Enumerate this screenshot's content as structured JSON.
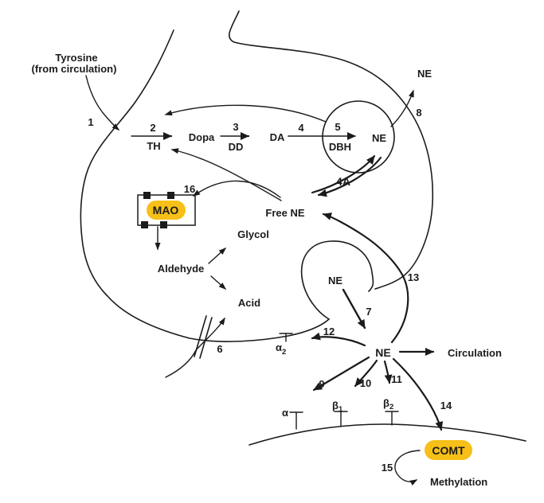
{
  "colors": {
    "ink": "#1b1b1b",
    "highlight": "#f6c018",
    "paper": "#ffffff"
  },
  "labels": {
    "tyrosine": "Tyrosine",
    "tyrosine_source": "(from circulation)",
    "s1": "1",
    "s2": "2",
    "s3": "3",
    "s4": "4",
    "s4a": "4A",
    "s5": "5",
    "s6": "6",
    "s7": "7",
    "s8": "8",
    "s9": "9",
    "s10": "10",
    "s11": "11",
    "s12": "12",
    "s13": "13",
    "s14": "14",
    "s15": "15",
    "s16": "16",
    "th": "TH",
    "dopa": "Dopa",
    "dd": "DD",
    "da": "DA",
    "dbh": "DBH",
    "ne": "NE",
    "free_ne": "Free NE",
    "mao": "MAO",
    "aldehyde": "Aldehyde",
    "glycol": "Glycol",
    "acid": "Acid",
    "circulation": "Circulation",
    "comt": "COMT",
    "methylation": "Methylation",
    "alpha": "α",
    "beta": "β",
    "sub1": "1",
    "sub2": "2"
  }
}
